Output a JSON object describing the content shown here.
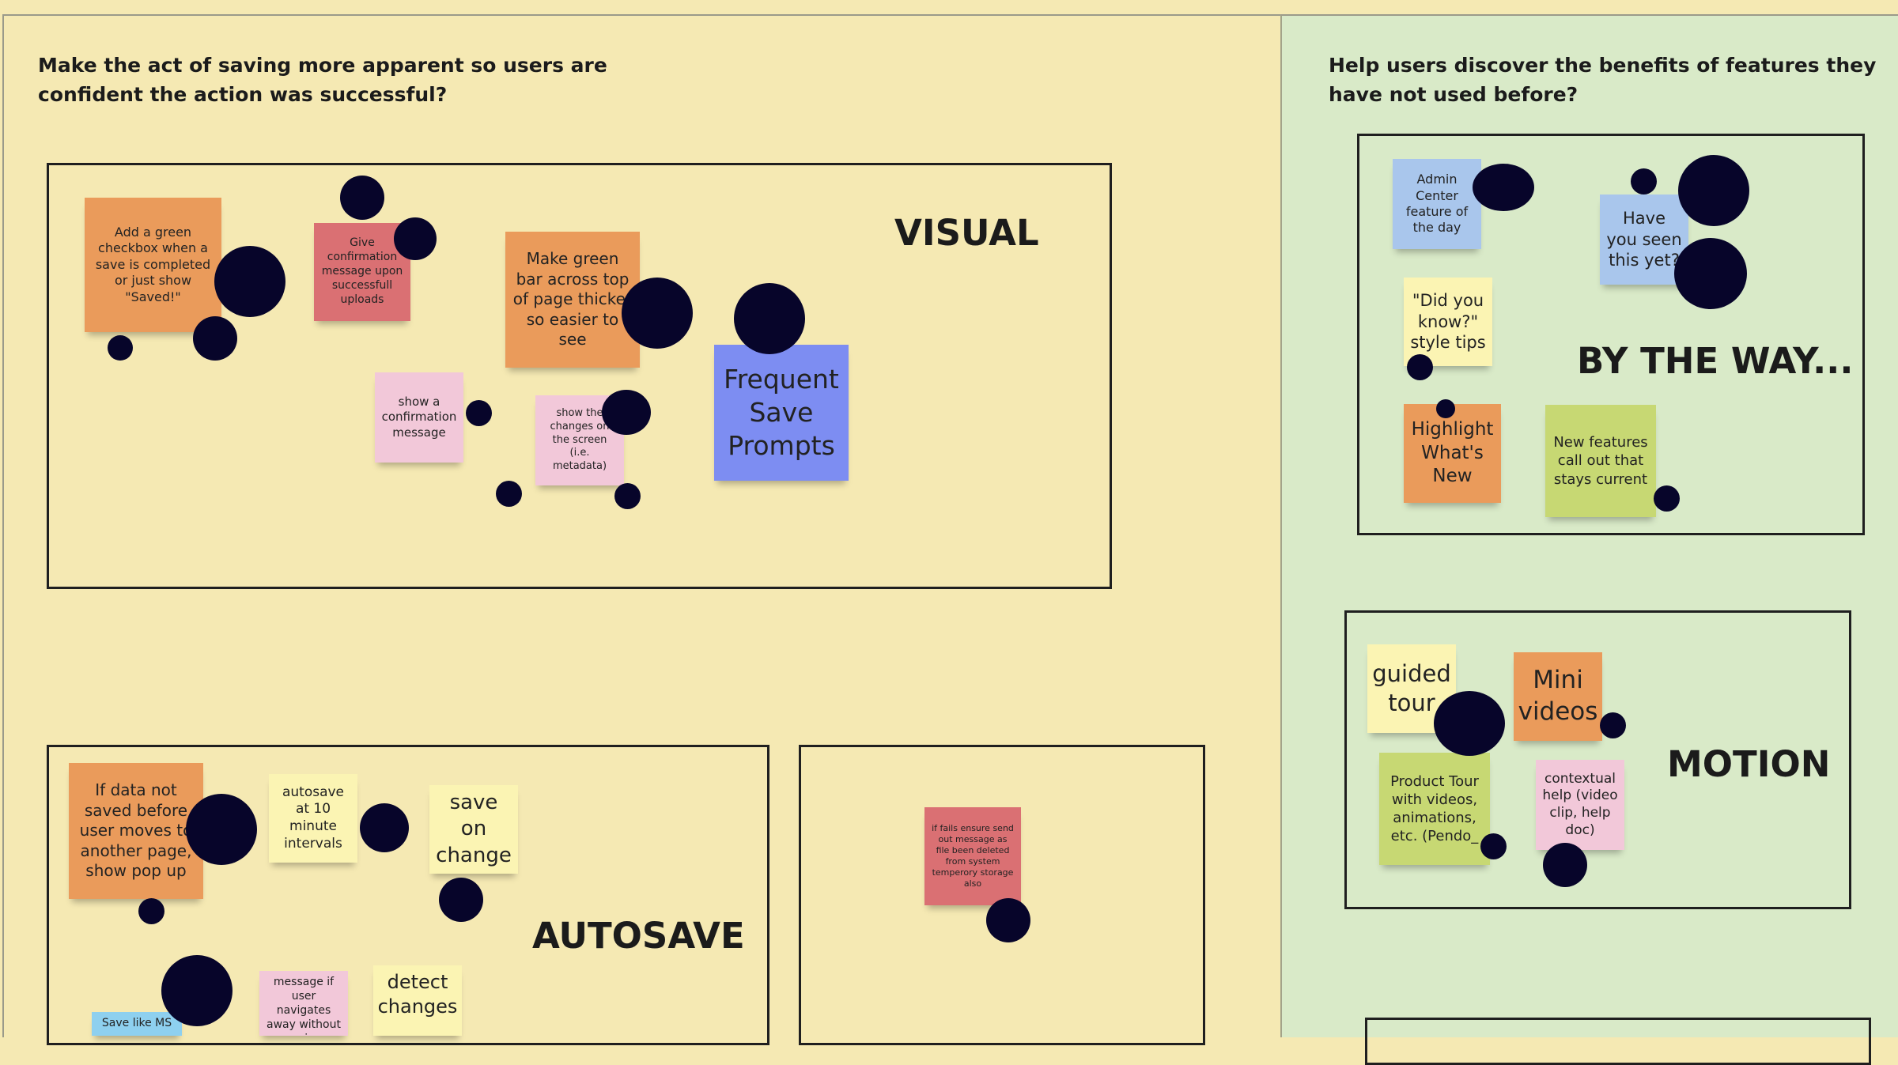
{
  "colors": {
    "board_yellow": "#f5e9b3",
    "board_green": "#d9eac8",
    "sticky_orange": "#ea9b5b",
    "sticky_red": "#da7073",
    "sticky_pink": "#f2c8d9",
    "sticky_yellow": "#fbf4b3",
    "sticky_blue": "#7d8df2",
    "sticky_lightblue": "#a9c6ec",
    "sticky_lime": "#c7d873",
    "sticky_cyan": "#8ed0ef",
    "vote_dot": "#07052a"
  },
  "left_panel": {
    "question": "Make the act of saving more apparent so users are\nconfident the action was successful?",
    "visual": {
      "label": "VISUAL",
      "notes": [
        "Add a green checkbox when a save is completed or just show \"Saved!\"",
        "Give confirmation message upon successfull uploads",
        "Make green bar across top of page thicker so easier to see",
        "Frequent Save Prompts",
        "show a confirmation message",
        "show the changes on the screen (i.e. metadata)"
      ]
    },
    "autosave": {
      "label": "AUTOSAVE",
      "notes": [
        "If data not saved before user moves to another page, show pop up",
        "autosave at 10 minute intervals",
        "save on change",
        "message if user navigates away without saving",
        "detect changes",
        "Save like MS"
      ]
    },
    "third_group": {
      "notes": [
        "if fails ensure send out message as file been deleted from system temperory storage also"
      ]
    }
  },
  "right_panel": {
    "question": "Help users discover the benefits of features they\nhave not used before?",
    "by_the_way": {
      "label": "BY THE WAY...",
      "notes": [
        "Admin Center feature of the day",
        "Have you seen this yet?",
        "\"Did you know?\" style tips",
        "Highlight What's New",
        "New features call out that stays current"
      ]
    },
    "motion": {
      "label": "MOTION",
      "notes": [
        "guided tour",
        "Mini videos",
        "Product Tour with videos, animations, etc. (Pendo_",
        "contextual help (video clip, help doc)"
      ]
    }
  }
}
